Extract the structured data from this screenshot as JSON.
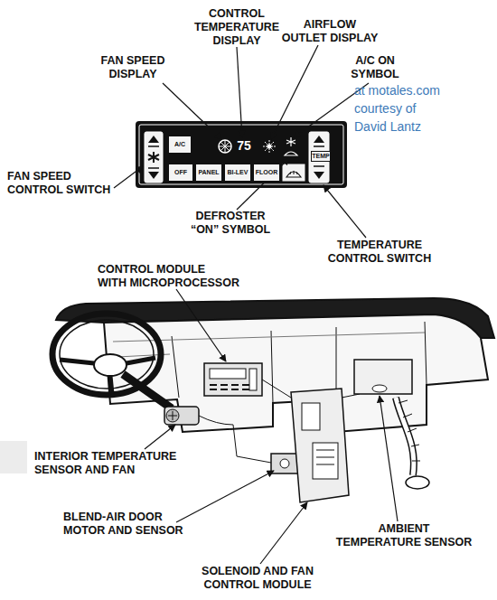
{
  "diagram": {
    "nodes": [
      {
        "text": [
          "A/C"
        ]
      },
      {
        "text": [
          "TEMP"
        ]
      },
      {
        "text": [
          "OFF"
        ]
      },
      {
        "text": [
          "PANEL"
        ]
      },
      {
        "text": [
          "BI-LEV"
        ]
      },
      {
        "text": [
          "FLOOR"
        ]
      }
    ],
    "labels": [
      "CONTROL TEMPERATURE DISPLAY",
      "FAN SPEED DISPLAY",
      "AIRFLOW OUTLET DISPLAY",
      "A/C ON SYMBOL",
      "75",
      "at motales.com courtesy of David Lantz",
      "FAN SPEED CONTROL SWITCH",
      "DEFROSTER “ON” SYMBOL",
      "TEMPERATURE CONTROL SWITCH",
      "CONTROL MODULE WITH MICROPROCESSOR",
      "INTERIOR TEMPERATURE SENSOR AND FAN",
      "BLEND-AIR DOOR MOTOR AND SENSOR",
      "AMBIENT TEMPERATURE SENSOR",
      "SOLENOID AND FAN CONTROL MODULE"
    ]
  }
}
